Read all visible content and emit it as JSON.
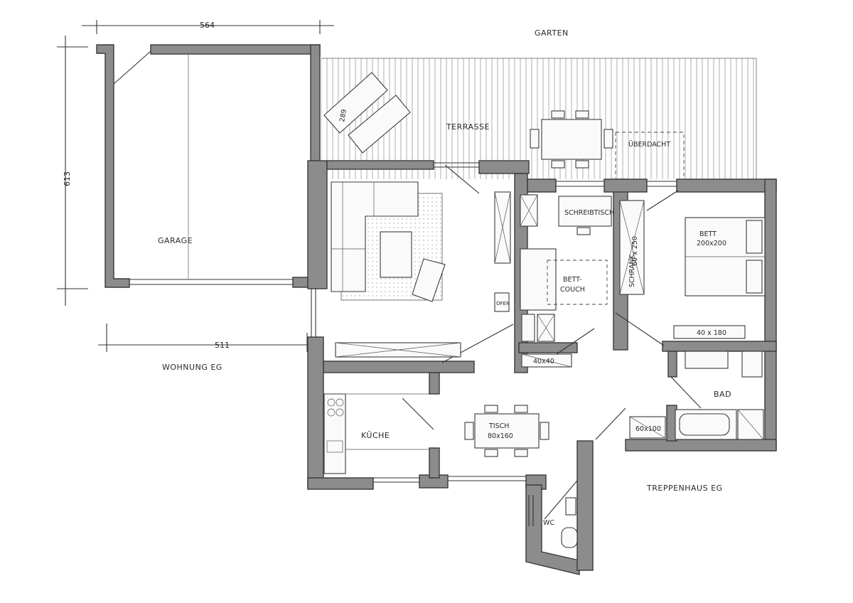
{
  "dimensions": {
    "top_width": "564",
    "left_height": "613",
    "lower_width": "511",
    "sunbed": "289"
  },
  "labels": {
    "garden": "GARTEN",
    "terrace": "TERRASSE",
    "roof": "ÜBERDACHT",
    "garage": "GARAGE",
    "apartment": "WOHNUNG EG",
    "desk": "SCHREIBTISCH",
    "sofabed_1": "BETT-",
    "sofabed_2": "COUCH",
    "oven": "OFEN",
    "cupboard": "SCHRANK",
    "cupboard_size": "60 x 250",
    "bed": "BETT",
    "bed_size": "200x200",
    "small_cabinet": "40 x 180",
    "hall_cabinet": "40x40",
    "table_1": "TISCH",
    "table_2": "80x160",
    "kitchen": "KÜCHE",
    "bath": "BAD",
    "shower": "60x100",
    "stairwell": "TREPPENHAUS EG",
    "wc": "WC"
  }
}
